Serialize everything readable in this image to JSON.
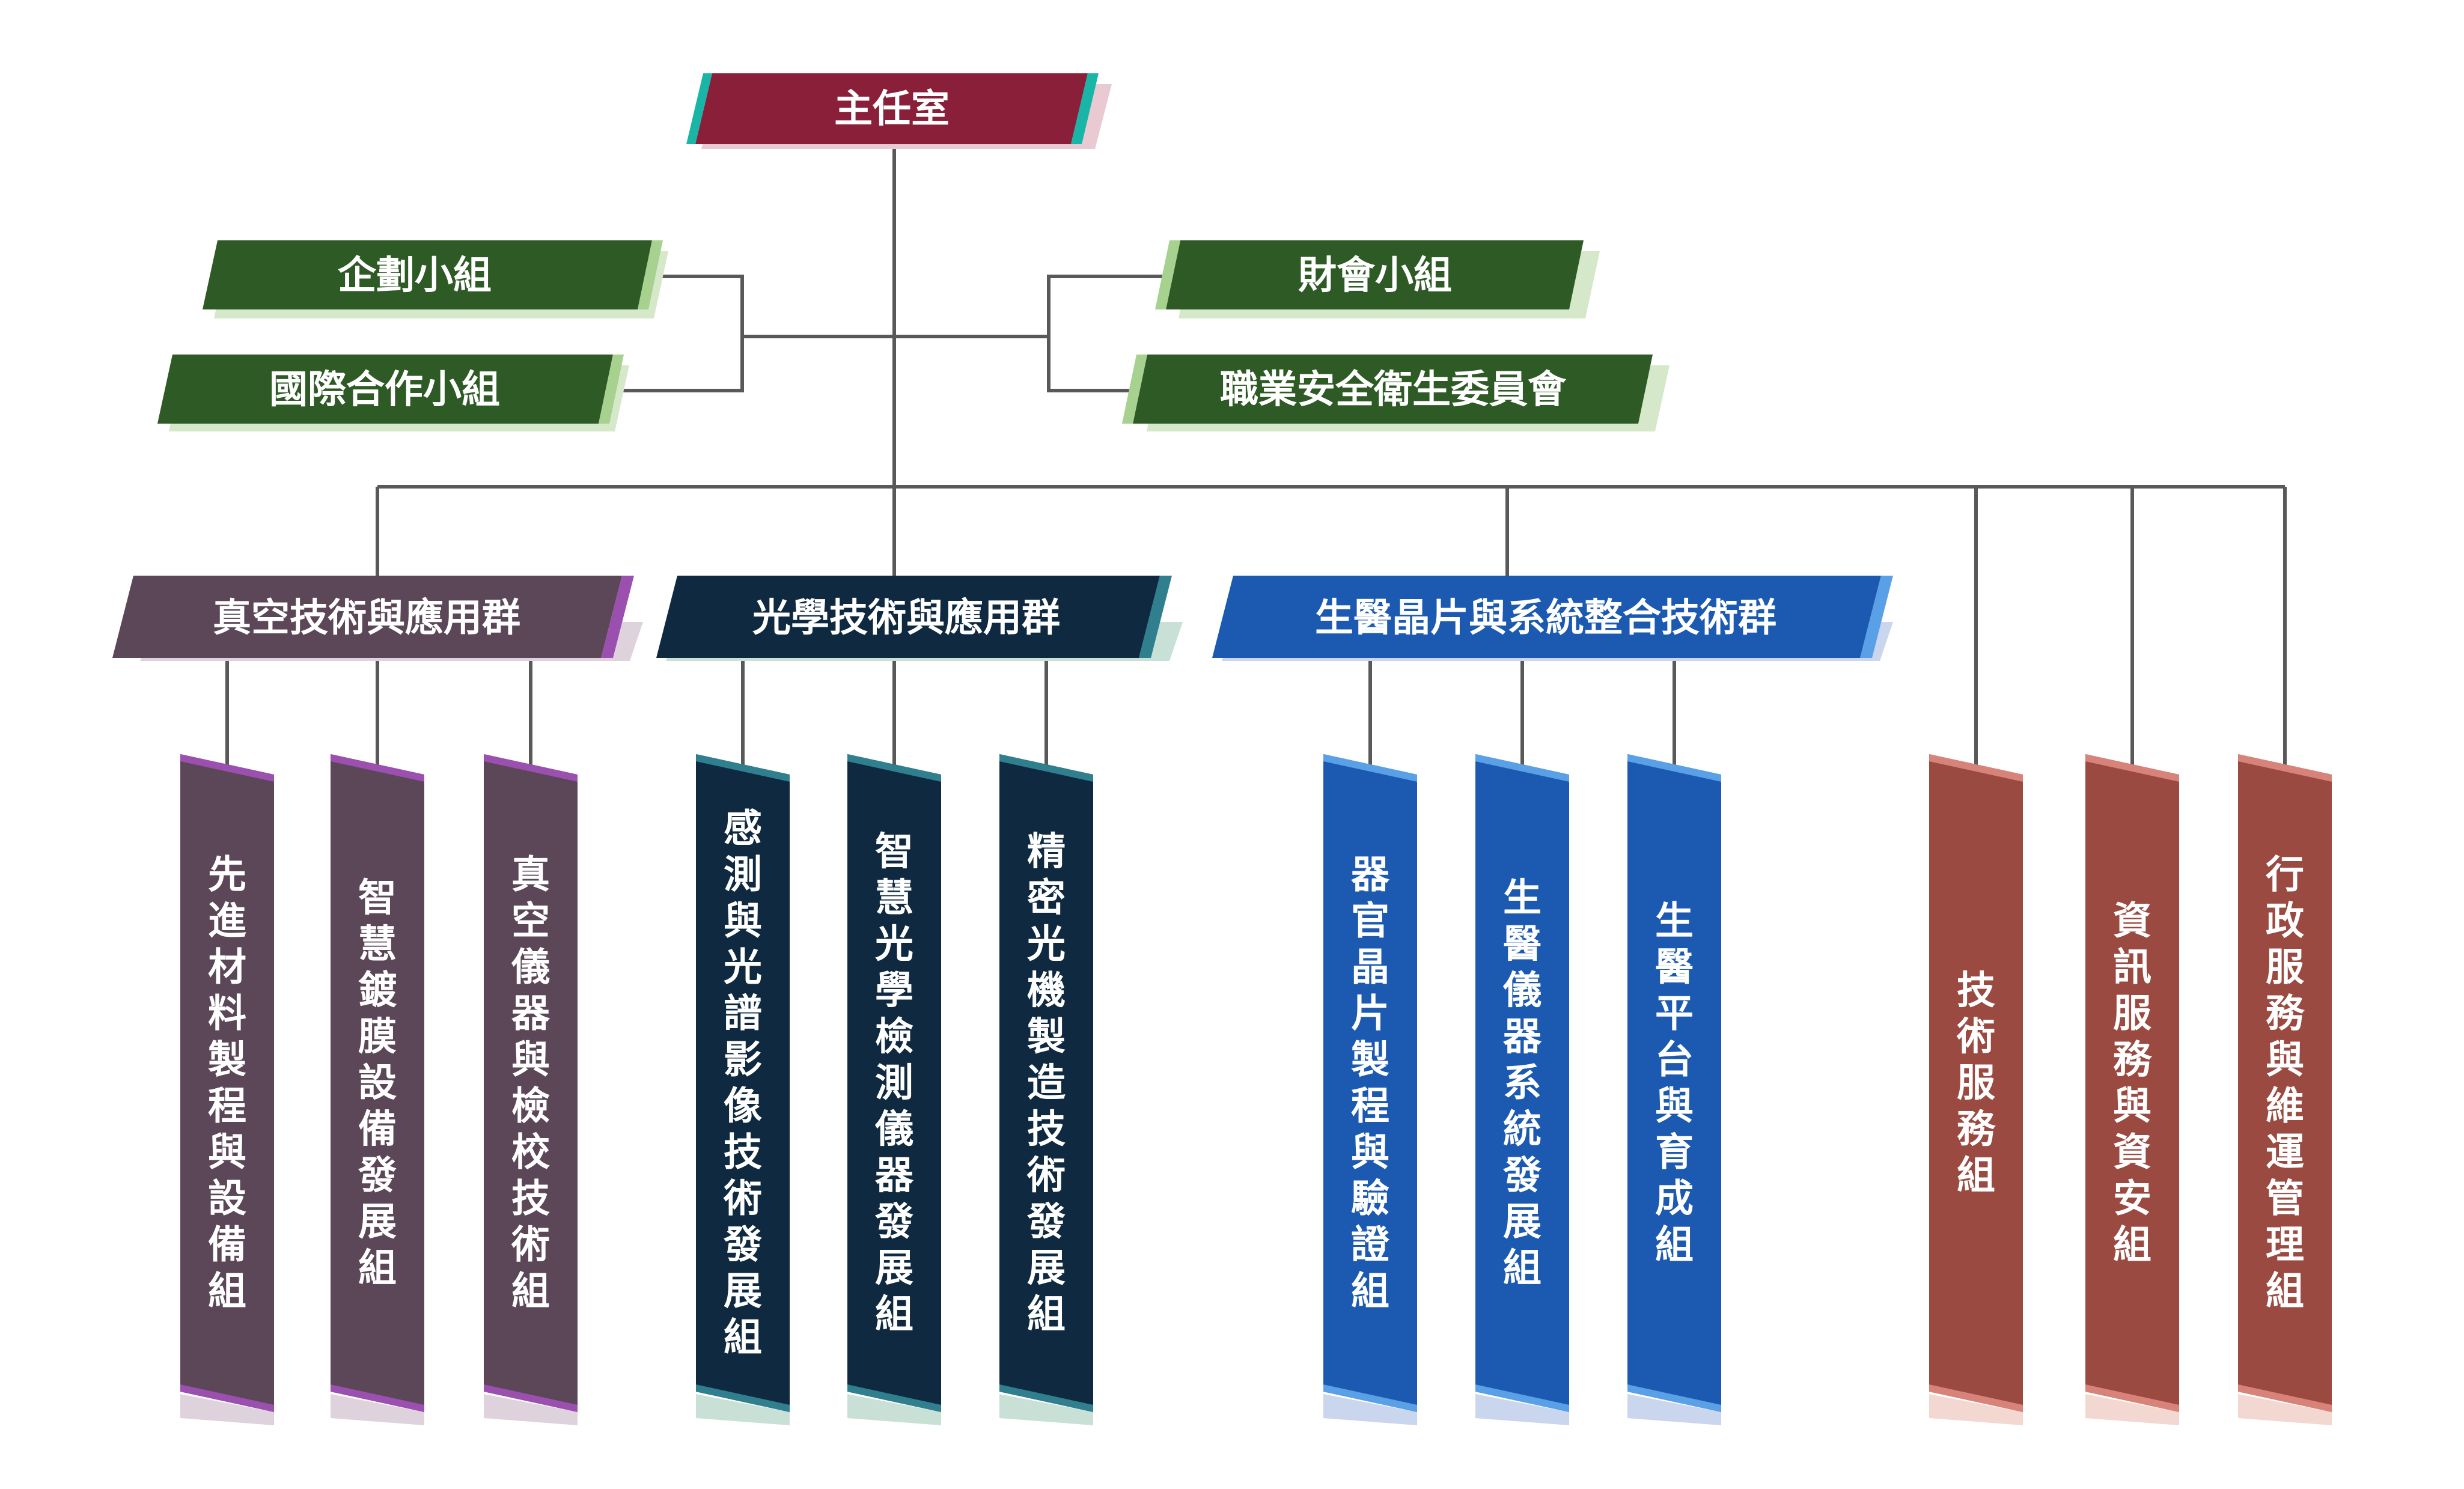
{
  "colors": {
    "connector": "#595959",
    "director": "#8a1f3a",
    "staff": "#2e5b25",
    "vacuum_group": "#5b4758",
    "optics_group": "#0f2a40",
    "biomed_group": "#1b5ab0",
    "service": "#9a4a40"
  },
  "director": {
    "label": "主任室"
  },
  "staff_left": [
    {
      "label": "企劃小組"
    },
    {
      "label": "國際合作小組"
    }
  ],
  "staff_right": [
    {
      "label": "財會小組"
    },
    {
      "label": "職業安全衛生委員會"
    }
  ],
  "groups": [
    {
      "label": "真空技術與應用群",
      "color_key": "vacuum_group",
      "divisions": [
        "先進材料製程與設備組",
        "智慧鍍膜設備發展組",
        "真空儀器與檢校技術組"
      ]
    },
    {
      "label": "光學技術與應用群",
      "color_key": "optics_group",
      "divisions": [
        "感測與光譜影像技術發展組",
        "智慧光學檢測儀器發展組",
        "精密光機製造技術發展組"
      ]
    },
    {
      "label": "生醫晶片與系統整合技術群",
      "color_key": "biomed_group",
      "divisions": [
        "器官晶片製程與驗證組",
        "生醫儀器系統發展組",
        "生醫平台與育成組"
      ]
    }
  ],
  "service_units": [
    "技術服務組",
    "資訊服務與資安組",
    "行政服務與維運管理組"
  ]
}
